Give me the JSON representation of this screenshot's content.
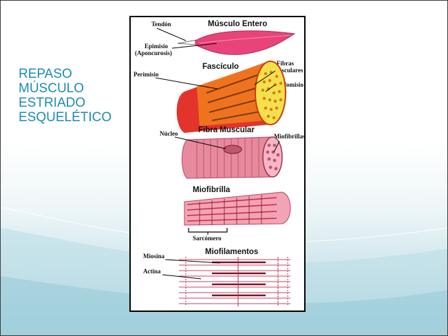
{
  "slide": {
    "title_lines": [
      "REPASO",
      "MÚSCULO",
      "ESTRIADO",
      "ESQUELÉTICO"
    ],
    "accent_color": "#1b8ab4"
  },
  "figure": {
    "musculo_entero": {
      "title": "Músculo Entero",
      "labels": {
        "tendon": "Tendón",
        "epimisio_1": "Epimisio",
        "epimisio_2": "(Aponcurosis)"
      }
    },
    "fasciculo": {
      "title": "Fascículo",
      "labels": {
        "perimisio": "Perimisio",
        "fibras_1": "Fibras",
        "fibras_2": "Musculares",
        "endomisio": "Endomisio"
      }
    },
    "fibra_muscular": {
      "title": "Fibra Muscular",
      "labels": {
        "nucleo": "Núcleo",
        "miofibrillas": "Miofibrillas"
      }
    },
    "miofibrilla": {
      "title": "Miofibrilla",
      "labels": {
        "sarcomero": "Sarcómero"
      }
    },
    "miofilamentos": {
      "title": "Miofilamentos",
      "labels": {
        "miosina": "Miosina",
        "actina": "Actina"
      }
    },
    "colors": {
      "muscle_pink": "#e8447a",
      "fiber_pink": "#e88a9e",
      "fascicle_red": "#e3342b",
      "fascicle_orange": "#f07a1e",
      "fiber_yellow": "#f3e04a"
    }
  }
}
